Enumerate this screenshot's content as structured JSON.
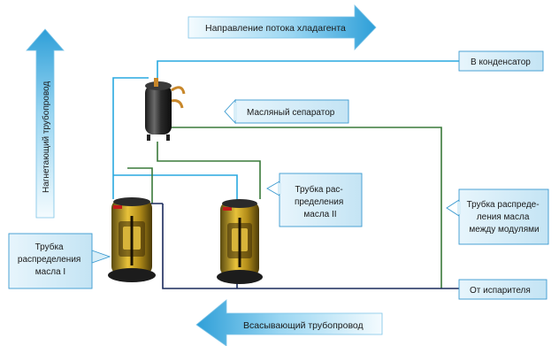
{
  "arrows": {
    "refrigerant_flow": "Направление потока хладагента",
    "discharge_pipe": "Нагнетающий трубопровод",
    "suction_pipe": "Всасывающий трубопровод"
  },
  "labels": {
    "to_condenser": "В конденсатор",
    "oil_separator": "Масляный сепаратор",
    "oil_tube_2": [
      "Трубка рас-",
      "пределения",
      "масла II"
    ],
    "oil_tube_between": [
      "Трубка распреде-",
      "ления масла",
      "между модулями"
    ],
    "oil_tube_1": [
      "Трубка",
      "распределения",
      "масла I"
    ],
    "from_evaporator": "От испарителя"
  },
  "colors": {
    "discharge_line": "#29a9e0",
    "oil_line": "#3a7a3a",
    "suction_line": "#1a2a5c",
    "label_box_fill": "#d8eef8",
    "label_box_border": "#3a9ad0"
  }
}
